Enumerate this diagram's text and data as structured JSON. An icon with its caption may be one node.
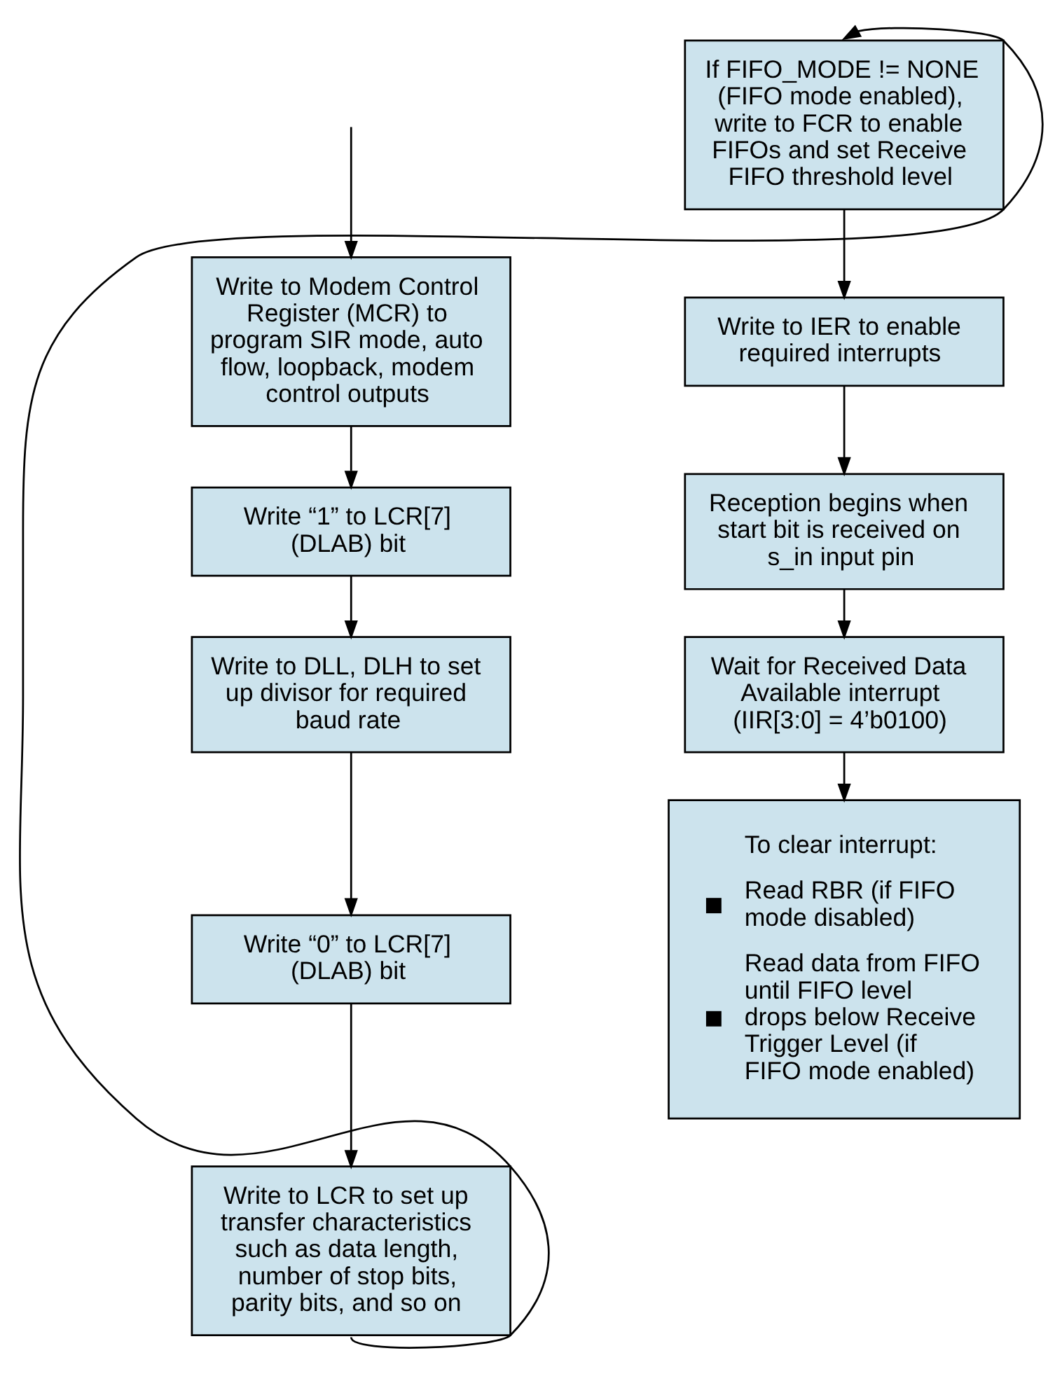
{
  "diagram": {
    "nodes": [
      {
        "text": [
          "Write to Modem Control Register (MCR) to program SIR mode, auto flow, loopback, modem control outputs"
        ]
      },
      {
        "text": [
          "Write “1” to LCR[7] (DLAB) bit"
        ]
      },
      {
        "text": [
          "Write to DLL, DLH to set up divisor for required baud rate"
        ]
      },
      {
        "text": [
          "Write “0” to LCR[7] (DLAB) bit"
        ]
      },
      {
        "text": [
          "Write to LCR to set up transfer characteristics such as data length, number of stop bits, parity bits, and so on"
        ]
      },
      {
        "text": [
          "If FIFO_MODE != NONE (FIFO mode enabled), write to FCR to enable FIFOs and set Receive FIFO threshold level"
        ]
      },
      {
        "text": [
          "Write to IER to enable required interrupts"
        ]
      },
      {
        "text": [
          "Reception begins when start bit is received on s_in input pin"
        ]
      },
      {
        "text": [
          "Wait for Received Data Available interrupt (IIR[3:0] = 4’b0100)"
        ]
      },
      {
        "text": [
          "To clear interrupt:",
          "Read RBR (if FIFO mode disabled)",
          "Read data from FIFO until FIFO level drops below Receive Trigger Level (if FIFO mode enabled)"
        ]
      }
    ],
    "edges": [
      {
        "from": null,
        "to": 0,
        "arrow": "to"
      },
      {
        "from": 0,
        "to": 1,
        "arrow": "to"
      },
      {
        "from": 1,
        "to": 2,
        "arrow": "to"
      },
      {
        "from": 2,
        "to": 3,
        "arrow": "to"
      },
      {
        "from": 3,
        "to": 4,
        "arrow": "to"
      },
      {
        "from": 4,
        "to": 5,
        "arrow": "to"
      },
      {
        "from": 5,
        "to": 6,
        "arrow": "to"
      },
      {
        "from": 6,
        "to": 7,
        "arrow": "to"
      },
      {
        "from": 7,
        "to": 8,
        "arrow": "to"
      },
      {
        "from": 8,
        "to": 9,
        "arrow": "to"
      }
    ]
  }
}
